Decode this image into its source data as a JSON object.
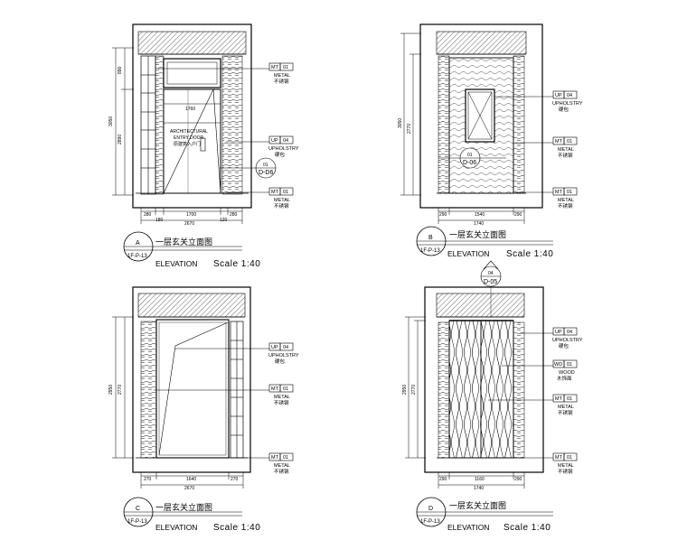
{
  "drawings": [
    {
      "letter": "A",
      "sheet": "1F-P-13",
      "title_cn": "一层玄关立面图",
      "title_en": "ELEVATION",
      "scale": "Scale 1:40",
      "v_dims": [
        "890",
        "2890",
        "3050"
      ],
      "h_dims": [
        "2670",
        "1700",
        "280",
        "280",
        "180",
        "120"
      ],
      "callouts": [
        {
          "code": "MT",
          "num": "01",
          "en": "METAL",
          "cn": "不锈钢"
        },
        {
          "code": "UP",
          "num": "04",
          "en": "UPHOLSTRY",
          "cn": "硬包"
        },
        {
          "code": "MT",
          "num": "01",
          "en": "METAL",
          "cn": "不锈钢"
        }
      ],
      "ref": {
        "top": "01",
        "bottom": "D-D6"
      },
      "door_text": [
        "1760",
        "ARCHITECTURAL",
        "ENTRY DOOR",
        "原建筑入户门"
      ]
    },
    {
      "letter": "B",
      "sheet": "1F-P-13",
      "title_cn": "一层玄关立面图",
      "title_en": "ELEVATION",
      "scale": "Scale 1:40",
      "v_dims": [
        "3050",
        "2770"
      ],
      "h_dims": [
        "1740",
        "1540",
        "290",
        "290"
      ],
      "callouts": [
        {
          "code": "UP",
          "num": "04",
          "en": "UPHOLSTRY",
          "cn": "硬包"
        },
        {
          "code": "MT",
          "num": "01",
          "en": "METAL",
          "cn": "不锈钢"
        },
        {
          "code": "MT",
          "num": "01",
          "en": "METAL",
          "cn": "不锈钢"
        }
      ],
      "ref": {
        "top": "01",
        "bottom": "D-06"
      }
    },
    {
      "letter": "C",
      "sheet": "1F-P-13",
      "title_cn": "一层玄关立面图",
      "title_en": "ELEVATION",
      "scale": "Scale 1:40",
      "v_dims": [
        "2950",
        "2770"
      ],
      "h_dims": [
        "2670",
        "1640",
        "270",
        "270"
      ],
      "callouts": [
        {
          "code": "UP",
          "num": "04",
          "en": "UPHOLSTRY",
          "cn": "硬包"
        },
        {
          "code": "MT",
          "num": "01",
          "en": "METAL",
          "cn": "不锈钢"
        },
        {
          "code": "MT",
          "num": "01",
          "en": "METAL",
          "cn": "不锈钢"
        }
      ]
    },
    {
      "letter": "D",
      "sheet": "1F-P-13",
      "title_cn": "一层玄关立面图",
      "title_en": "ELEVATION",
      "scale": "Scale 1:40",
      "v_dims": [
        "2950",
        "2770"
      ],
      "h_dims": [
        "1740",
        "1160",
        "290",
        "290"
      ],
      "callouts": [
        {
          "code": "UP",
          "num": "04",
          "en": "UPHOLSTRY",
          "cn": "硬包"
        },
        {
          "code": "WD",
          "num": "01",
          "en": "WOOD",
          "cn": "木饰面"
        },
        {
          "code": "MT",
          "num": "01",
          "en": "METAL",
          "cn": "不锈钢"
        },
        {
          "code": "MT",
          "num": "01",
          "en": "METAL",
          "cn": "不锈钢"
        }
      ],
      "top_ref": {
        "top": "04",
        "bottom": "D-05"
      }
    }
  ]
}
